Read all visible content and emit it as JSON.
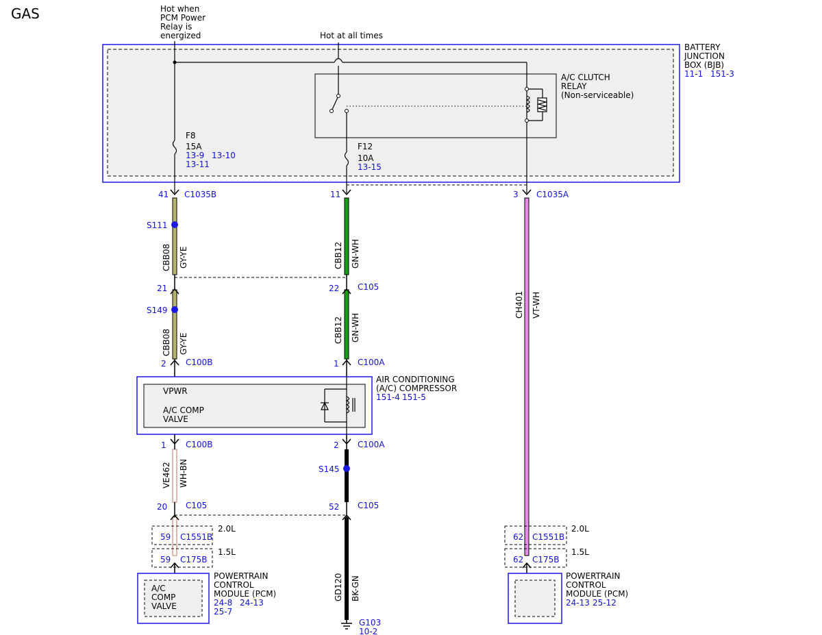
{
  "page_label": "GAS",
  "colors": {
    "blue": "#1a1ae6",
    "gray_yellow": "#b7b472",
    "green": "#1b9a1b",
    "violet": "#e58be5",
    "wh_bn": "#d7a39a",
    "black": "#000000",
    "box_fill": "#efefef"
  },
  "top_notes": {
    "pcm_relay": [
      "Hot when",
      "PCM Power",
      "Relay is",
      "energized"
    ],
    "hot_all_times": "Hot at all times"
  },
  "bjb": {
    "name": [
      "BATTERY",
      "JUNCTION",
      "BOX (BJB)"
    ],
    "refs": [
      "11-1",
      "151-3"
    ],
    "relay": [
      "A/C CLUTCH",
      "RELAY",
      "(Non-serviceable)"
    ],
    "fuses": [
      {
        "id": "F8",
        "rating": "15A",
        "refs_line1": [
          "13-9",
          "13-10"
        ],
        "refs_line2": [
          "13-11"
        ]
      },
      {
        "id": "F12",
        "rating": "10A",
        "refs_line1": [
          "13-15"
        ],
        "refs_line2": []
      }
    ]
  },
  "connectors": {
    "c1035b": {
      "pin": "41",
      "name": "C1035B"
    },
    "c1035b_f12": {
      "pin": "11"
    },
    "c1035a": {
      "pin": "3",
      "name": "C1035A"
    },
    "c105_left": {
      "pin": "21",
      "name": "C105"
    },
    "c105_mid": {
      "pin": "22",
      "name": "C105"
    },
    "c100b_top": {
      "pin": "2",
      "name": "C100B"
    },
    "c100a_top": {
      "pin": "1",
      "name": "C100A"
    },
    "c100b_bot": {
      "pin": "1",
      "name": "C100B"
    },
    "c100a_bot": {
      "pin": "2",
      "name": "C100A"
    },
    "c105_left2": {
      "pin": "20",
      "name": "C105"
    },
    "c105_mid2": {
      "pin": "52",
      "name": "C105"
    },
    "c1551b_left": {
      "pin": "59",
      "name": "C1551B",
      "engine": "2.0L"
    },
    "c175b_left": {
      "pin": "59",
      "name": "C175B",
      "engine": "1.5L"
    },
    "c1551b_right": {
      "pin": "62",
      "name": "C1551B",
      "engine": "2.0L"
    },
    "c175b_right": {
      "pin": "62",
      "name": "C175B",
      "engine": "1.5L"
    }
  },
  "splices": {
    "s111": "S111",
    "s149": "S149",
    "s145": "S145"
  },
  "wires": {
    "left_upper": {
      "circuit": "CBB08",
      "color": "GY-YE"
    },
    "left_mid": {
      "circuit": "CBB08",
      "color": "GY-YE"
    },
    "mid_upper": {
      "circuit": "CBB12",
      "color": "GN-WH"
    },
    "mid_mid": {
      "circuit": "CBB12",
      "color": "GN-WH"
    },
    "right": {
      "circuit": "CH401",
      "color": "VT-WH"
    },
    "left_lower": {
      "circuit": "VE462",
      "color": "WH-BN"
    },
    "mid_lower": {
      "circuit": "GD120",
      "color": "BK-GN"
    }
  },
  "compressor": {
    "name": [
      "AIR CONDITIONING",
      "(A/C) COMPRESSOR"
    ],
    "refs": [
      "151-4",
      "151-5"
    ],
    "vpwr": "VPWR",
    "valve": [
      "A/C COMP",
      "VALVE"
    ]
  },
  "pcm_left": {
    "inner": [
      "A/C",
      "COMP",
      "VALVE"
    ],
    "name": [
      "POWERTRAIN",
      "CONTROL",
      "MODULE (PCM)"
    ],
    "refs_line1": [
      "24-8",
      "24-13"
    ],
    "refs_line2": [
      "25-7"
    ]
  },
  "pcm_right": {
    "name": [
      "POWERTRAIN",
      "CONTROL",
      "MODULE (PCM)"
    ],
    "refs_line1": [
      "24-13",
      "25-12"
    ]
  },
  "ground": {
    "name": "G103",
    "ref": "10-2"
  }
}
